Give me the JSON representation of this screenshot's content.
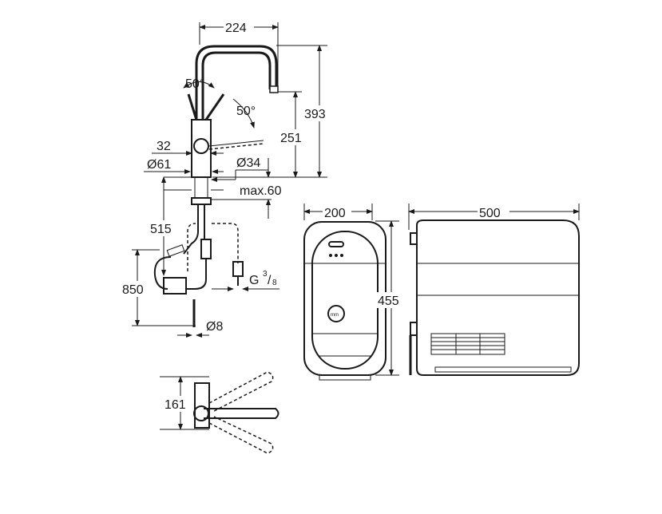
{
  "faucet_side": {
    "width_224": "224",
    "height_393": "393",
    "angle_left": "50°",
    "angle_right": "50°",
    "height_251": "251",
    "dim_32": "32",
    "dia_61": "Ø61",
    "dia_34": "Ø34",
    "max_60": "max.60",
    "dim_515": "515",
    "thread_g": "G",
    "thread_num": "3",
    "thread_den": "8",
    "dim_850": "850",
    "dia_8": "Ø8"
  },
  "faucet_top": {
    "dim_161": "161"
  },
  "boiler_front": {
    "width_200": "200",
    "height_455": "455"
  },
  "boiler_side": {
    "width_500": "500"
  }
}
